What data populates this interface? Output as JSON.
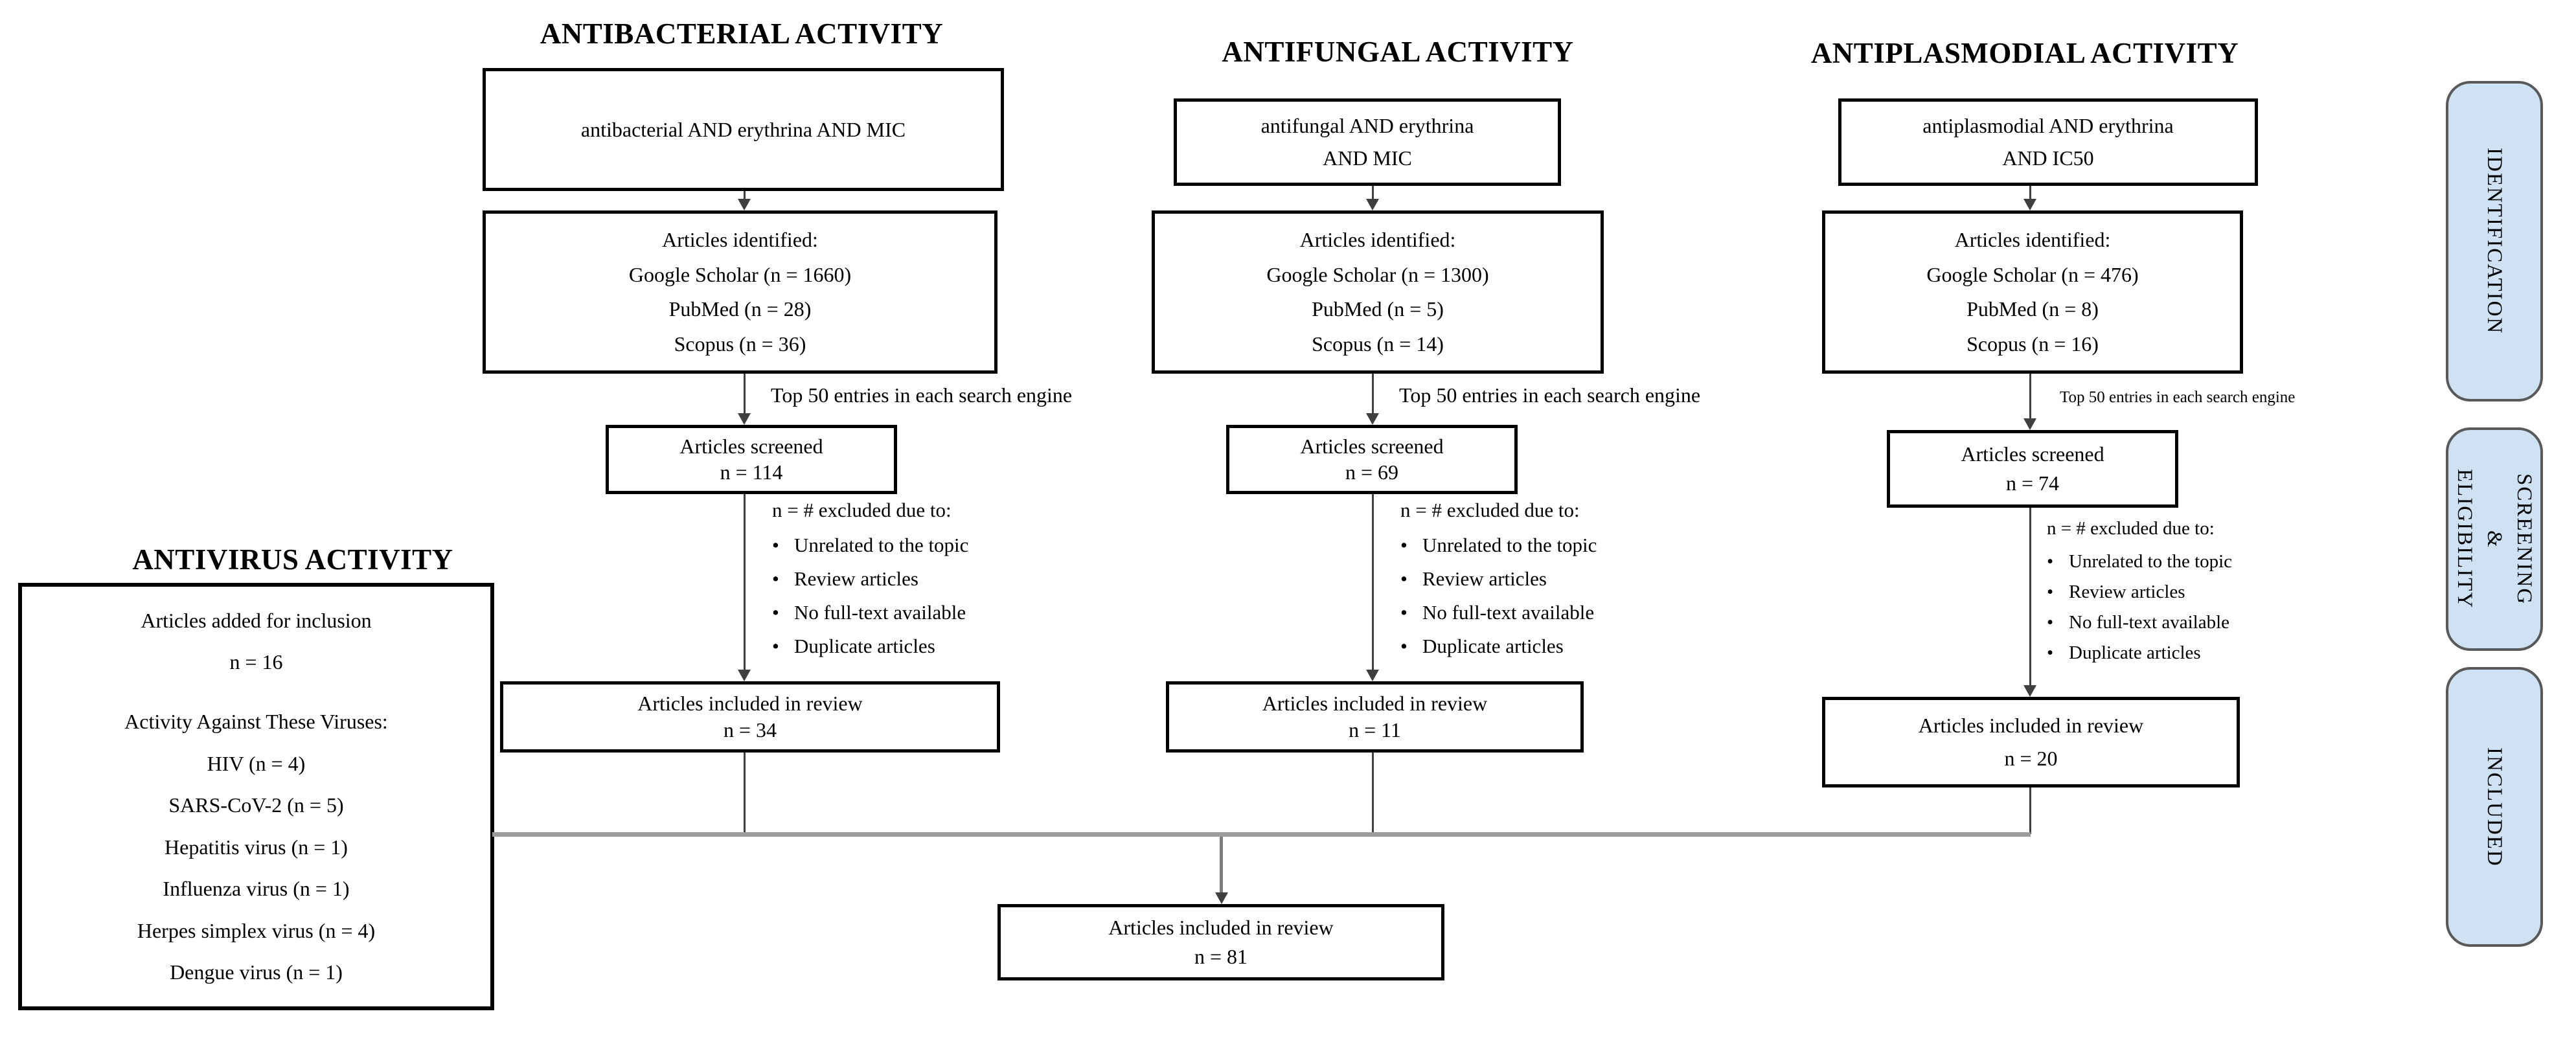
{
  "columns": [
    {
      "title": "ANTIBACTERIAL ACTIVITY",
      "query_lines": [
        "antibacterial AND erythrina AND MIC"
      ],
      "identified": {
        "header": "Articles identified:",
        "sources": [
          "Google Scholar (n = 1660)",
          "PubMed (n = 28)",
          "Scopus (n = 36)"
        ]
      },
      "arrow_note": "Top 50 entries in each search engine",
      "screened": {
        "label": "Articles screened",
        "count": "n = 114"
      },
      "excluded": {
        "header": "n = # excluded due to:",
        "reasons": [
          "Unrelated to the topic",
          "Review articles",
          "No full-text available",
          "Duplicate articles"
        ]
      },
      "included": {
        "label": "Articles included in review",
        "count": "n = 34"
      }
    },
    {
      "title": "ANTIFUNGAL ACTIVITY",
      "query_lines": [
        "antifungal AND erythrina",
        "AND MIC"
      ],
      "identified": {
        "header": "Articles identified:",
        "sources": [
          "Google Scholar (n = 1300)",
          "PubMed (n = 5)",
          "Scopus (n = 14)"
        ]
      },
      "arrow_note": "Top 50 entries in each search engine",
      "screened": {
        "label": "Articles screened",
        "count": "n = 69"
      },
      "excluded": {
        "header": "n = # excluded due to:",
        "reasons": [
          "Unrelated to the topic",
          "Review articles",
          "No full-text available",
          "Duplicate articles"
        ]
      },
      "included": {
        "label": "Articles included in review",
        "count": "n = 11"
      }
    },
    {
      "title": "ANTIPLASMODIAL ACTIVITY",
      "query_lines": [
        "antiplasmodial AND erythrina",
        "AND IC50"
      ],
      "identified": {
        "header": "Articles identified:",
        "sources": [
          "Google Scholar (n = 476)",
          "PubMed (n = 8)",
          "Scopus (n = 16)"
        ]
      },
      "arrow_note": "Top 50 entries in each search engine",
      "screened": {
        "label": "Articles screened",
        "count": "n = 74"
      },
      "excluded": {
        "header": "n = # excluded due to:",
        "reasons": [
          "Unrelated to the topic",
          "Review articles",
          "No full-text available",
          "Duplicate articles"
        ]
      },
      "included": {
        "label": "Articles included in review",
        "count": "n = 20"
      }
    }
  ],
  "antivirus": {
    "title": "ANTIVIRUS ACTIVITY",
    "inclusion_label": "Articles added for inclusion",
    "inclusion_count": "n = 16",
    "viruses_header": "Activity Against These Viruses:",
    "viruses": [
      "HIV (n = 4)",
      "SARS-CoV-2 (n = 5)",
      "Hepatitis virus (n = 1)",
      "Influenza virus (n = 1)",
      "Herpes simplex virus (n = 4)",
      "Dengue virus (n = 1)"
    ]
  },
  "final_box": {
    "label": "Articles included in review",
    "count": "n = 81"
  },
  "stages": {
    "identification": "IDENTIFICATION",
    "screening_lines": [
      "SCREENING",
      "&",
      "ELIGIBILITY"
    ],
    "included": "INCLUDED"
  },
  "colors": {
    "stage_fill": "#cfe2f3",
    "stage_border": "#595959",
    "connector_gray": "#9c9c9c",
    "box_border": "#000000"
  }
}
